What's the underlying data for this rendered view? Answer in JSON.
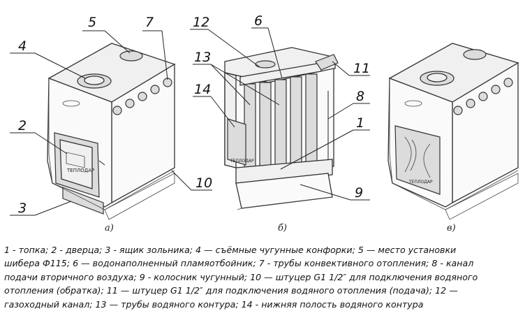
{
  "figure": {
    "panels": [
      {
        "id": "a",
        "caption": "а)"
      },
      {
        "id": "b",
        "caption": "б)"
      },
      {
        "id": "c",
        "caption": "в)"
      }
    ],
    "callouts": [
      "4",
      "5",
      "7",
      "2",
      "3",
      "10",
      "12",
      "6",
      "11",
      "13",
      "14",
      "8",
      "1",
      "9"
    ],
    "brand_label": "ТЕПЛОДАР"
  },
  "legend": {
    "lines": [
      "1 - топка; 2 - дверца; 3 - ящик зольника; 4 — съёмные чугунные конфорки; 5 — место установки",
      "шибера Ф115; 6 — водонаполненный пламяотбойник; 7 - трубы конвективного отопления; 8 - канал",
      "подачи вторичного воздуха; 9 - колосник чугунный; 10 — штуцер G1 1/2″ для подключения водяного",
      "отопления (обратка); 11 — штуцер G1 1/2″ для подключения водяного отопления (подача); 12 —",
      "газоходный канал; 13 — трубы водяного контура; 14 - нижняя полость водяного контура"
    ]
  }
}
